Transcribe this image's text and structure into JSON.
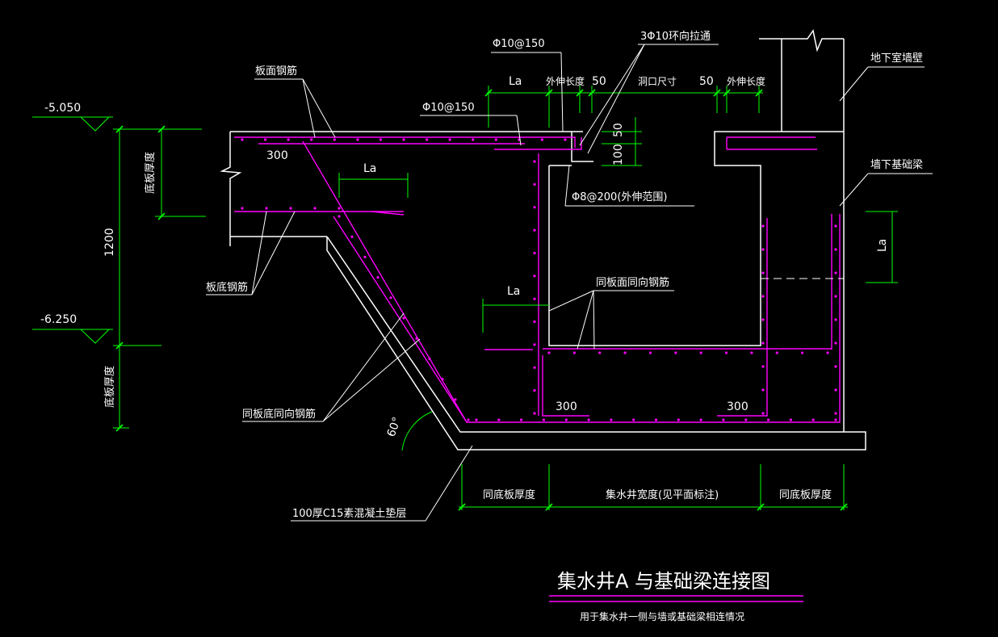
{
  "elevations": {
    "top": "-5.050",
    "bottom": "-6.250"
  },
  "dimensions": {
    "height_1200": "1200",
    "bottom_slab_thickness_left": "底板厚度",
    "bottom_slab_thickness_lower": "底板厚度",
    "lap_La_1": "La",
    "lap_La_2": "La",
    "lap_La_3": "La",
    "lap_La_right": "La",
    "len_300_top": "300",
    "len_300_left": "300",
    "len_300_right": "300",
    "ext_len_1": "外伸长度",
    "ext_len_2": "外伸长度",
    "gap_50_1": "50",
    "gap_50_2": "50",
    "opening_size": "洞口尺寸",
    "vert_50": "50",
    "vert_100": "100",
    "angle_60": "60°",
    "same_slab_thk_1": "同底板厚度",
    "pit_width": "集水井宽度(见平面标注)",
    "same_slab_thk_2": "同底板厚度"
  },
  "labels": {
    "slab_top_rebar": "板面钢筋",
    "slab_bottom_rebar": "板底钢筋",
    "same_slab_bottom_rebar": "同板底同向钢筋",
    "same_slab_top_rebar": "同板面同向钢筋",
    "rebar_phi10_150_a": "Φ10@150",
    "rebar_phi10_150_b": "Φ10@150",
    "ring_bars": "3Φ10环向拉通",
    "phi8_200": "Φ8@200(外伸范围)",
    "basement_wall": "地下室墙壁",
    "wall_foundation_beam": "墙下基础梁",
    "cushion": "100厚C15素混凝土垫层"
  },
  "title": {
    "main": "集水井A 与基础梁连接图",
    "subtitle": "用于集水井一侧与墙或基础梁相连情况"
  },
  "colors": {
    "background": "#000000",
    "concrete": "#ffffff",
    "rebar": "#ff00ff",
    "dimension": "#00ff00",
    "text": "#ffffff"
  }
}
